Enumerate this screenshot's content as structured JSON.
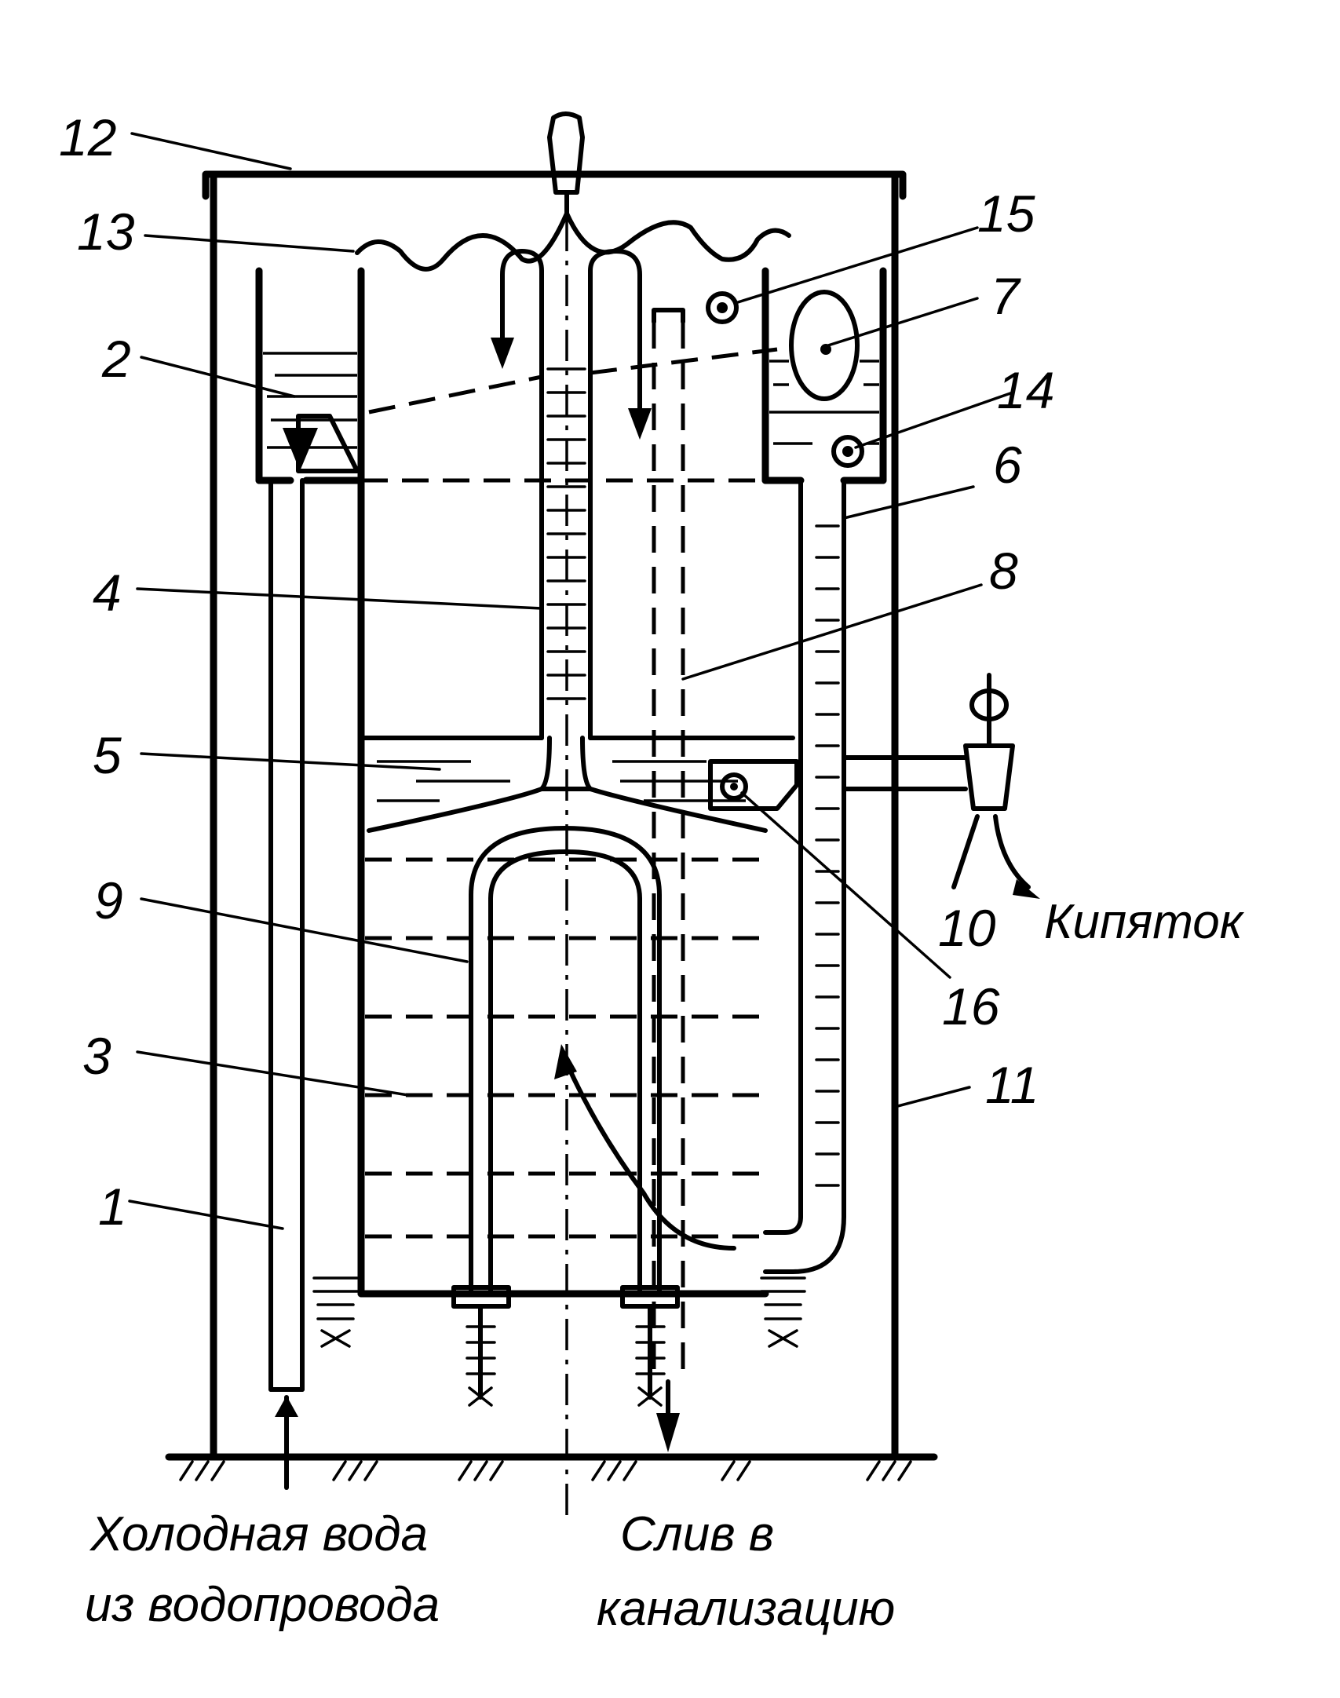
{
  "labels": {
    "n1": "1",
    "n2": "2",
    "n3": "3",
    "n4": "4",
    "n5": "5",
    "n6": "6",
    "n7": "7",
    "n8": "8",
    "n9": "9",
    "n10": "10",
    "n11": "11",
    "n12": "12",
    "n13": "13",
    "n14": "14",
    "n15": "15",
    "n16": "16"
  },
  "captions": {
    "cold_water_line1": "Холодная вода",
    "cold_water_line2": "из водопровода",
    "drain_line1": "Слив в",
    "drain_line2": "канализацию",
    "boiling_water": "Кипяток"
  }
}
